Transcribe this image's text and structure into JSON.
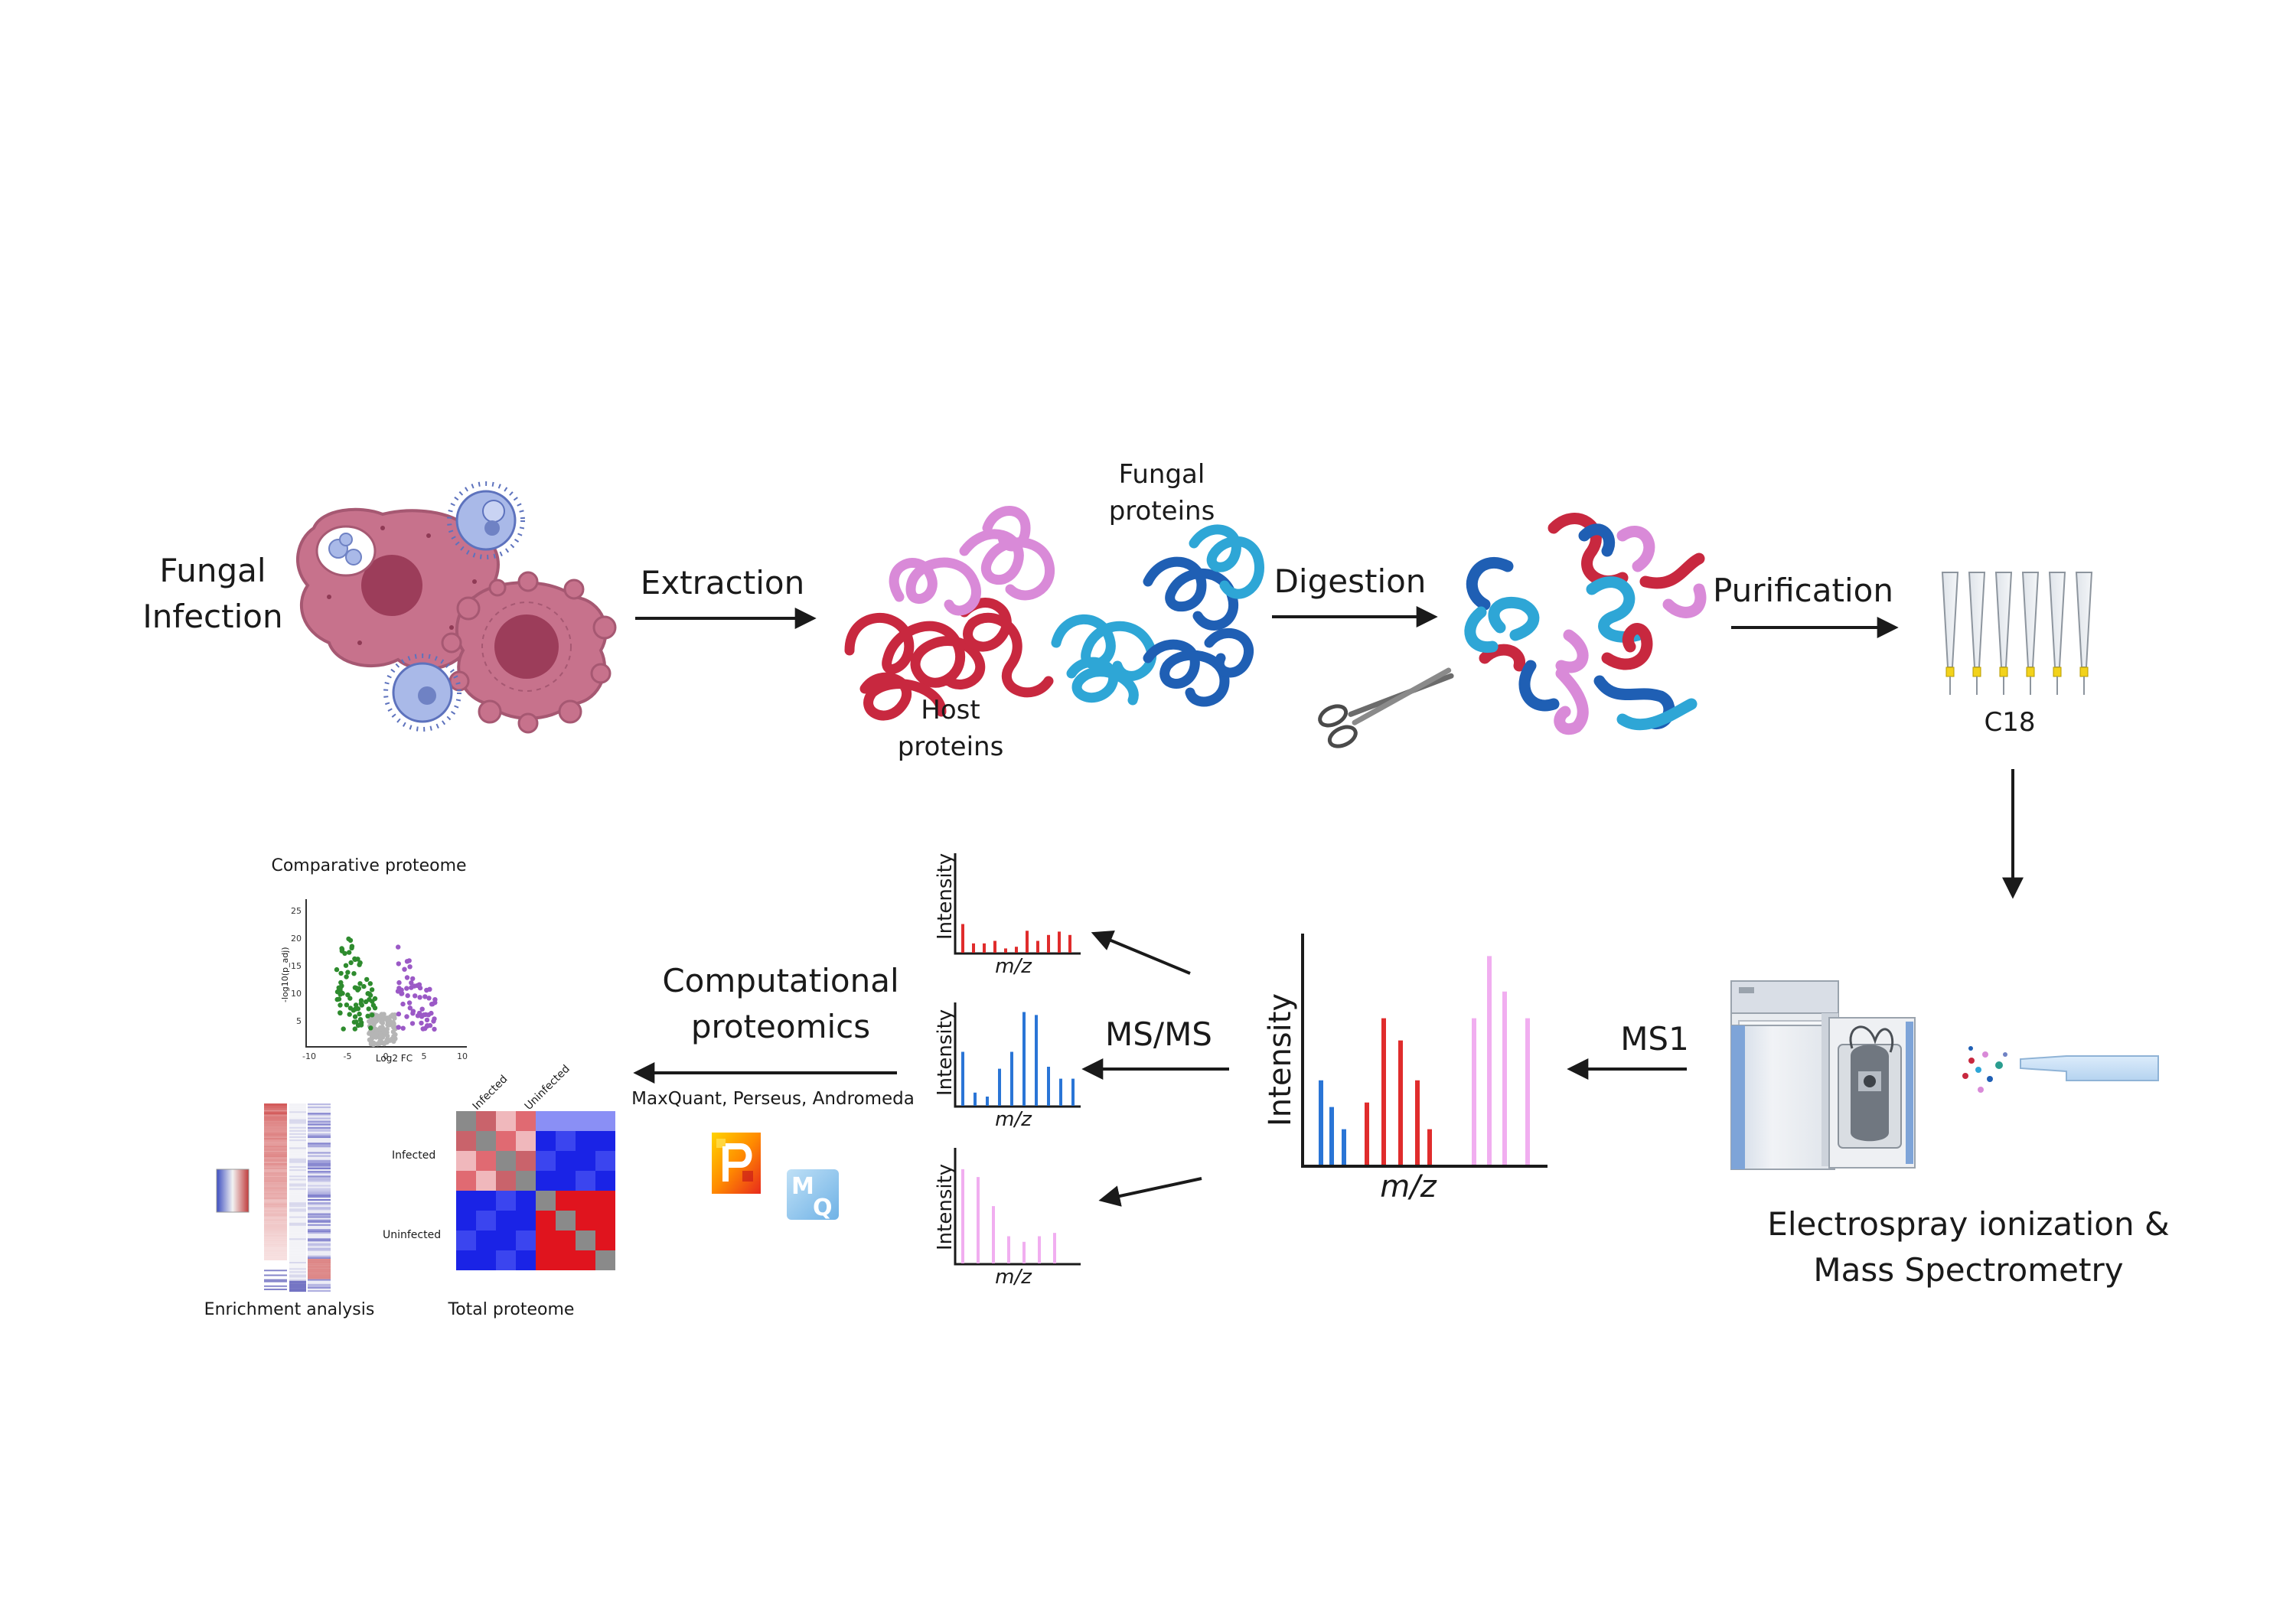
{
  "steps": {
    "fungal_infection": [
      "Fungal",
      "Infection"
    ],
    "extraction": "Extraction",
    "fungal_proteins": [
      "Fungal",
      "proteins"
    ],
    "host_proteins": [
      "Host",
      "proteins"
    ],
    "digestion": "Digestion",
    "purification": "Purification",
    "c18": "C18",
    "esi_ms": [
      "Electrospray ionization &",
      "Mass Spectrometry"
    ],
    "ms1": "MS1",
    "msms": "MS/MS",
    "computational": [
      "Computational",
      "proteomics"
    ],
    "software": "MaxQuant, Perseus, Andromeda"
  },
  "plots": {
    "intensity": "Intensity",
    "mz": "m/z",
    "ms1_peaks": [
      {
        "color": "blue",
        "values": [
          0.38,
          0.26,
          0.16
        ]
      },
      {
        "color": "red",
        "values": [
          0.28,
          0.66,
          0.56,
          0.38,
          0.16
        ]
      },
      {
        "color": "pink",
        "values": [
          0.66,
          0.94,
          0.78,
          0.66
        ]
      }
    ],
    "msms_red": [
      0.35,
      0.12,
      0.12,
      0.15,
      0.06,
      0.08,
      0.27,
      0.15,
      0.22,
      0.26,
      0.22
    ],
    "msms_blue": [
      0.55,
      0.14,
      0.1,
      0.38,
      0.55,
      0.95,
      0.92,
      0.4,
      0.28,
      0.28
    ],
    "msms_pink": [
      0.85,
      0.78,
      0.52,
      0.25,
      0.2,
      0.25,
      0.28
    ]
  },
  "results": {
    "comparative_title": "Comparative proteome",
    "volcano_xlabel": "Log2 FC",
    "volcano_ylabel": "-log10(p_adj)",
    "volcano_xticks": [
      "-10",
      "-5",
      "0",
      "5",
      "10"
    ],
    "volcano_yticks": [
      "5",
      "10",
      "15",
      "20",
      "25"
    ],
    "enrichment": "Enrichment analysis",
    "total_proteome": "Total proteome",
    "infected": "Infected",
    "uninfected": "Uninfected"
  },
  "colors": {
    "host_red": "#c8283f",
    "host_pink": "#d98ad8",
    "fungal_blue": "#1f5fb4",
    "fungal_cyan": "#2ea6d6",
    "cell_pink": "#c7728c",
    "spore_blue": "#a9b9e8",
    "arrow": "#1a1a1a",
    "ms_red": "#e02c2c",
    "ms_blue": "#2a75d6",
    "ms_pink": "#f1aef0",
    "volcano_green": "#2e8b2e",
    "volcano_purple": "#9b59c6",
    "heat_red": "#e0141e",
    "heat_blue": "#1a23e6",
    "heat_gray": "#8a8a8a"
  },
  "icons": [
    "macrophage-icon",
    "fungal-spore-icon",
    "protein-tangle-icon",
    "peptide-fragment-icon",
    "scissors-icon",
    "pipette-tip-icon",
    "mass-spectrometer-icon",
    "esi-needle-icon",
    "perseus-logo-icon",
    "maxquant-logo-icon"
  ]
}
